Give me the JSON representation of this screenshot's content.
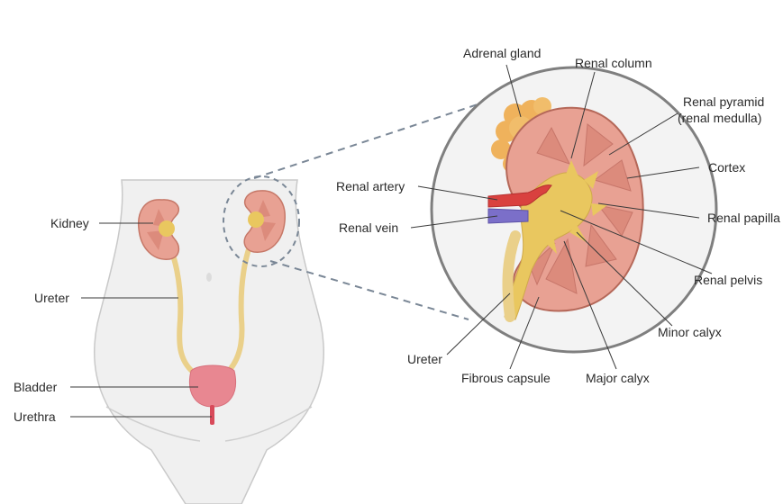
{
  "labels": {
    "kidney": "Kidney",
    "ureter_body": "Ureter",
    "bladder": "Bladder",
    "urethra": "Urethra",
    "adrenal_gland": "Adrenal gland",
    "renal_column": "Renal column",
    "renal_pyramid_line1": "Renal pyramid",
    "renal_pyramid_line2": "(renal medulla)",
    "cortex": "Cortex",
    "renal_papilla": "Renal papilla",
    "renal_artery": "Renal artery",
    "renal_vein": "Renal vein",
    "renal_pelvis": "Renal pelvis",
    "minor_calyx": "Minor calyx",
    "ureter_detail": "Ureter",
    "fibrous_capsule": "Fibrous capsule",
    "major_calyx": "Major calyx"
  },
  "colors": {
    "body_fill": "#f0f0f0",
    "body_outline": "#c9c9c9",
    "kidney_cortex": "#e8a193",
    "kidney_pyramid": "#dc8b7c",
    "pelvis_yellow": "#e9c75f",
    "ureter_yellow": "#ead08a",
    "bladder_pink": "#e88791",
    "artery_red": "#d9413f",
    "vein_purple": "#7b6fc9",
    "adrenal_orange": "#efb25c",
    "zoom_circle_fill": "#f3f3f3",
    "zoom_circle_stroke": "#7f7f7f"
  }
}
